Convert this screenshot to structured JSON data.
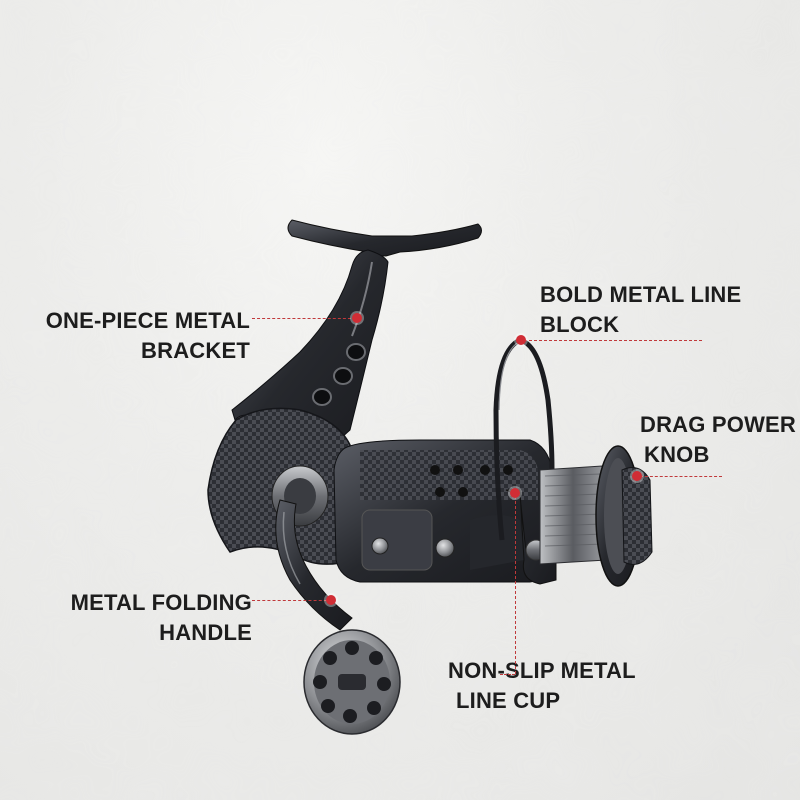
{
  "image": {
    "subject": "spinning fishing reel",
    "background_color": "#ececea",
    "accent_color": "#d02d35",
    "body_color": "#2b2d33",
    "carbon_color": "#3a3c42",
    "metal_color": "#9a9ca0"
  },
  "callouts": {
    "bracket": {
      "line1": "ONE-PIECE METAL",
      "line2": "BRACKET"
    },
    "line_block": {
      "line1": "BOLD METAL LINE",
      "line2": "BLOCK"
    },
    "drag_knob": {
      "line1": "DRAG POWER",
      "line2": "KNOB"
    },
    "handle": {
      "line1": "METAL FOLDING",
      "line2": "HANDLE"
    },
    "line_cup": {
      "line1": "NON-SLIP METAL",
      "line2": "LINE CUP"
    }
  }
}
